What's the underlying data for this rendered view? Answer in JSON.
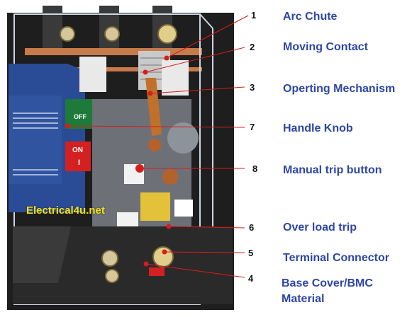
{
  "callouts": [
    {
      "number": "1",
      "label": "Arc Chute"
    },
    {
      "number": "2",
      "label": "Moving Contact"
    },
    {
      "number": "3",
      "label": "Operting Mechanism"
    },
    {
      "number": "7",
      "label": "Handle Knob"
    },
    {
      "number": "8",
      "label": "Manual trip button"
    },
    {
      "number": "6",
      "label": "Over load trip"
    },
    {
      "number": "5",
      "label": "Terminal Connector"
    },
    {
      "number": "4",
      "label": "Base Cover/BMC",
      "label_line2": "Material"
    }
  ],
  "watermark": "Electrical4u.net",
  "breaker_front": {
    "handle_off": "OFF",
    "handle_on": "ON",
    "handle_on_mark": "I"
  },
  "colors": {
    "label_text": "#2e46a6",
    "leader_line": "#d81c1c",
    "watermark": "#f2e21a",
    "breaker_body": "#2a4b95",
    "base": "#1e1e1e"
  }
}
